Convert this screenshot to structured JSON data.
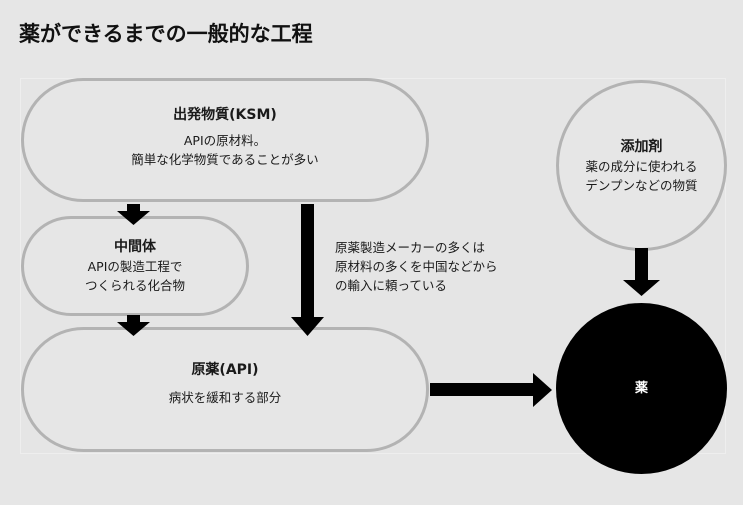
{
  "title": "薬ができるまでの一般的な工程",
  "nodes": {
    "ksm": {
      "title": "出発物質(KSM)",
      "lines": [
        "APIの原材料。",
        "簡単な化学物質であることが多い"
      ]
    },
    "intermediate": {
      "title": "中間体",
      "lines": [
        "APIの製造工程で",
        "つくられる化合物"
      ]
    },
    "api": {
      "title": "原薬(API)",
      "lines": [
        "病状を緩和する部分"
      ]
    },
    "additive": {
      "title": "添加剤",
      "lines": [
        "薬の成分に使われる",
        "デンプンなどの物質"
      ]
    },
    "drug": {
      "title": "薬"
    }
  },
  "note": {
    "lines": [
      "原薬製造メーカーの多くは",
      "原材料の多くを中国などから",
      "の輸入に頼っている"
    ]
  },
  "colors": {
    "background": "#e6e6e6",
    "node_border": "#b3b3b3",
    "arrow": "#000000",
    "drug_fill": "#000000",
    "drug_text": "#ffffff"
  }
}
